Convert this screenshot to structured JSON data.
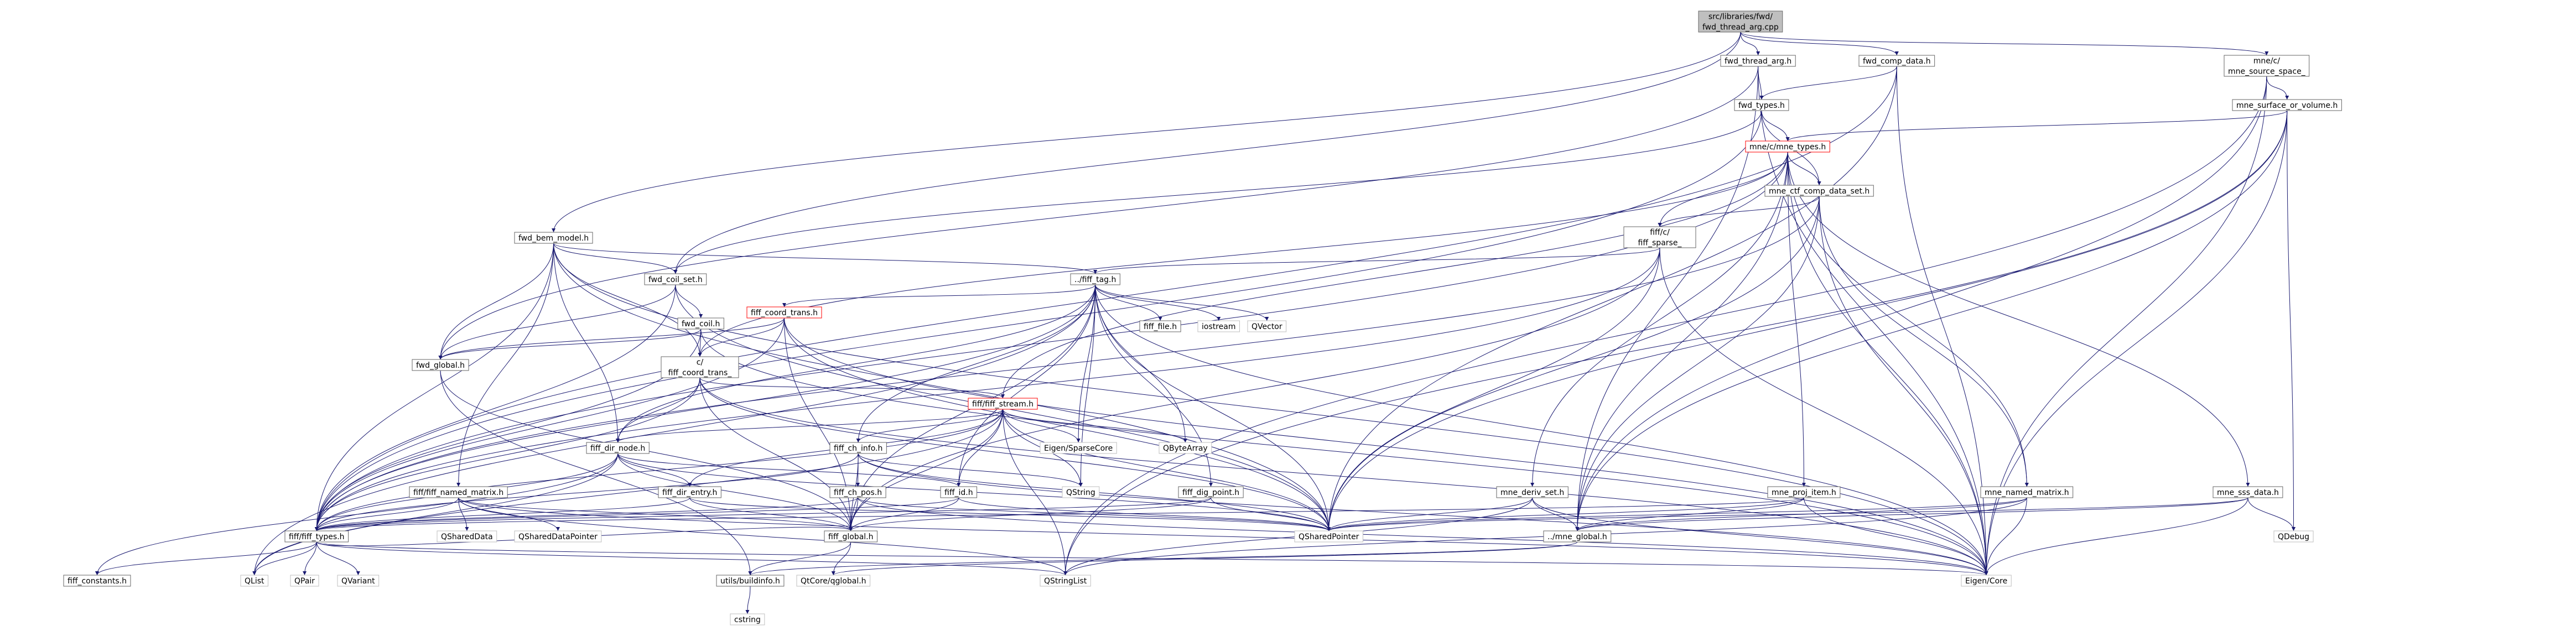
{
  "diagram": {
    "nodes": [
      {
        "id": "root",
        "label": "src/libraries/fwd/fwd_thread_arg.cpp",
        "kind": "root"
      },
      {
        "id": "fwd_thread_arg",
        "label": "fwd_thread_arg.h",
        "kind": "file"
      },
      {
        "id": "fwd_comp_data",
        "label": "fwd_comp_data.h",
        "kind": "file"
      },
      {
        "id": "mne_source_space_old",
        "label": "mne/c/mne_source_space_old.h",
        "kind": "file"
      },
      {
        "id": "fwd_types",
        "label": "fwd_types.h",
        "kind": "file"
      },
      {
        "id": "mne_surface_or_volume",
        "label": "mne_surface_or_volume.h",
        "kind": "file"
      },
      {
        "id": "mne_types",
        "label": "mne/c/mne_types.h",
        "kind": "red"
      },
      {
        "id": "fwd_bem_model",
        "label": "fwd_bem_model.h",
        "kind": "file"
      },
      {
        "id": "mne_ctf_comp_data_set",
        "label": "mne_ctf_comp_data_set.h",
        "kind": "file"
      },
      {
        "id": "fiff_sparse_matrix",
        "label": "fiff/c/fiff_sparse_matrix.h",
        "kind": "file"
      },
      {
        "id": "fiff_tag",
        "label": "../fiff_tag.h",
        "kind": "file"
      },
      {
        "id": "fwd_coil_set",
        "label": "fwd_coil_set.h",
        "kind": "file"
      },
      {
        "id": "fiff_coord_trans",
        "label": "fiff_coord_trans.h",
        "kind": "red"
      },
      {
        "id": "fwd_coil",
        "label": "fwd_coil.h",
        "kind": "file"
      },
      {
        "id": "fiff_file",
        "label": "fiff_file.h",
        "kind": "file"
      },
      {
        "id": "iostream",
        "label": "iostream",
        "kind": "ext"
      },
      {
        "id": "QVector",
        "label": "QVector",
        "kind": "ext"
      },
      {
        "id": "fwd_global",
        "label": "fwd_global.h",
        "kind": "file"
      },
      {
        "id": "fiff_coord_trans_old",
        "label": "c/fiff_coord_trans_old.h",
        "kind": "file"
      },
      {
        "id": "fiff_stream",
        "label": "fiff/fiff_stream.h",
        "kind": "red"
      },
      {
        "id": "fiff_dir_node",
        "label": "fiff_dir_node.h",
        "kind": "file"
      },
      {
        "id": "fiff_ch_info",
        "label": "fiff_ch_info.h",
        "kind": "file"
      },
      {
        "id": "EigenSparseCore",
        "label": "Eigen/SparseCore",
        "kind": "ext"
      },
      {
        "id": "QByteArray",
        "label": "QByteArray",
        "kind": "ext"
      },
      {
        "id": "fiff_named_matrix",
        "label": "fiff/fiff_named_matrix.h",
        "kind": "file"
      },
      {
        "id": "fiff_dir_entry",
        "label": "fiff_dir_entry.h",
        "kind": "file"
      },
      {
        "id": "fiff_ch_pos",
        "label": "fiff_ch_pos.h",
        "kind": "file"
      },
      {
        "id": "fiff_id",
        "label": "fiff_id.h",
        "kind": "file"
      },
      {
        "id": "QString",
        "label": "QString",
        "kind": "ext"
      },
      {
        "id": "fiff_dig_point",
        "label": "fiff_dig_point.h",
        "kind": "file"
      },
      {
        "id": "mne_deriv_set",
        "label": "mne_deriv_set.h",
        "kind": "file"
      },
      {
        "id": "mne_proj_item",
        "label": "mne_proj_item.h",
        "kind": "file"
      },
      {
        "id": "mne_named_matrix",
        "label": "mne_named_matrix.h",
        "kind": "file"
      },
      {
        "id": "mne_sss_data",
        "label": "mne_sss_data.h",
        "kind": "file"
      },
      {
        "id": "fiff_types",
        "label": "fiff/fiff_types.h",
        "kind": "file"
      },
      {
        "id": "QSharedData",
        "label": "QSharedData",
        "kind": "ext"
      },
      {
        "id": "QSharedDataPointer",
        "label": "QSharedDataPointer",
        "kind": "ext"
      },
      {
        "id": "fiff_global",
        "label": "fiff_global.h",
        "kind": "file"
      },
      {
        "id": "QSharedPointer",
        "label": "QSharedPointer",
        "kind": "ext"
      },
      {
        "id": "mne_global",
        "label": "../mne_global.h",
        "kind": "file"
      },
      {
        "id": "QDebug",
        "label": "QDebug",
        "kind": "ext"
      },
      {
        "id": "fiff_constants",
        "label": "fiff_constants.h",
        "kind": "file"
      },
      {
        "id": "QList",
        "label": "QList",
        "kind": "ext"
      },
      {
        "id": "QPair",
        "label": "QPair",
        "kind": "ext"
      },
      {
        "id": "QVariant",
        "label": "QVariant",
        "kind": "ext"
      },
      {
        "id": "buildinfo",
        "label": "utils/buildinfo.h",
        "kind": "file"
      },
      {
        "id": "qglobal",
        "label": "QtCore/qglobal.h",
        "kind": "ext"
      },
      {
        "id": "QStringList",
        "label": "QStringList",
        "kind": "ext"
      },
      {
        "id": "EigenCore",
        "label": "Eigen/Core",
        "kind": "ext"
      },
      {
        "id": "cstring",
        "label": "cstring",
        "kind": "ext"
      }
    ],
    "edges": [
      [
        "root",
        "fwd_thread_arg"
      ],
      [
        "root",
        "fwd_comp_data"
      ],
      [
        "root",
        "mne_source_space_old"
      ],
      [
        "root",
        "fwd_bem_model"
      ],
      [
        "root",
        "fwd_coil_set"
      ],
      [
        "fwd_thread_arg",
        "fwd_types"
      ],
      [
        "fwd_thread_arg",
        "fwd_global"
      ],
      [
        "fwd_thread_arg",
        "EigenCore"
      ],
      [
        "fwd_thread_arg",
        "mne_global"
      ],
      [
        "fwd_comp_data",
        "fwd_types"
      ],
      [
        "fwd_comp_data",
        "EigenCore"
      ],
      [
        "fwd_comp_data",
        "QSharedPointer"
      ],
      [
        "fwd_comp_data",
        "fiff_types"
      ],
      [
        "mne_source_space_old",
        "mne_surface_or_volume"
      ],
      [
        "mne_source_space_old",
        "EigenCore"
      ],
      [
        "mne_source_space_old",
        "QStringList"
      ],
      [
        "mne_source_space_old",
        "mne_global"
      ],
      [
        "fwd_types",
        "mne_types"
      ],
      [
        "fwd_types",
        "mne_ctf_comp_data_set"
      ],
      [
        "fwd_types",
        "fwd_coil_set"
      ],
      [
        "fwd_types",
        "fiff_types"
      ],
      [
        "mne_surface_or_volume",
        "mne_types"
      ],
      [
        "mne_surface_or_volume",
        "QSharedPointer"
      ],
      [
        "mne_surface_or_volume",
        "EigenCore"
      ],
      [
        "mne_surface_or_volume",
        "QDebug"
      ],
      [
        "mne_surface_or_volume",
        "QStringList"
      ],
      [
        "mne_surface_or_volume",
        "mne_global"
      ],
      [
        "mne_types",
        "fiff_sparse_matrix"
      ],
      [
        "mne_types",
        "mne_ctf_comp_data_set"
      ],
      [
        "mne_types",
        "fiff_stream"
      ],
      [
        "mne_types",
        "fiff_coord_trans_old"
      ],
      [
        "mne_types",
        "mne_deriv_set"
      ],
      [
        "mne_types",
        "mne_proj_item"
      ],
      [
        "mne_types",
        "mne_named_matrix"
      ],
      [
        "mne_types",
        "mne_sss_data"
      ],
      [
        "mne_types",
        "fiff_types"
      ],
      [
        "mne_types",
        "EigenCore"
      ],
      [
        "mne_types",
        "mne_global"
      ],
      [
        "fwd_bem_model",
        "fiff_tag"
      ],
      [
        "fwd_bem_model",
        "fwd_coil_set"
      ],
      [
        "fwd_bem_model",
        "fwd_global"
      ],
      [
        "fwd_bem_model",
        "fiff_coord_trans_old"
      ],
      [
        "fwd_bem_model",
        "fiff_named_matrix"
      ],
      [
        "fwd_bem_model",
        "fiff_types"
      ],
      [
        "fwd_bem_model",
        "QSharedPointer"
      ],
      [
        "fwd_bem_model",
        "EigenCore"
      ],
      [
        "fwd_bem_model",
        "fiff_dir_node"
      ],
      [
        "mne_ctf_comp_data_set",
        "fiff_sparse_matrix"
      ],
      [
        "mne_ctf_comp_data_set",
        "mne_named_matrix"
      ],
      [
        "mne_ctf_comp_data_set",
        "QSharedPointer"
      ],
      [
        "mne_ctf_comp_data_set",
        "EigenCore"
      ],
      [
        "mne_ctf_comp_data_set",
        "mne_global"
      ],
      [
        "mne_ctf_comp_data_set",
        "fiff_types"
      ],
      [
        "fiff_sparse_matrix",
        "fiff_tag"
      ],
      [
        "fiff_sparse_matrix",
        "fiff_types"
      ],
      [
        "fiff_sparse_matrix",
        "EigenCore"
      ],
      [
        "fiff_sparse_matrix",
        "QSharedPointer"
      ],
      [
        "fiff_sparse_matrix",
        "fiff_global"
      ],
      [
        "fiff_tag",
        "fiff_coord_trans"
      ],
      [
        "fiff_tag",
        "fiff_file"
      ],
      [
        "fiff_tag",
        "iostream"
      ],
      [
        "fiff_tag",
        "QVector"
      ],
      [
        "fiff_tag",
        "fiff_ch_info"
      ],
      [
        "fiff_tag",
        "fiff_id"
      ],
      [
        "fiff_tag",
        "fiff_dig_point"
      ],
      [
        "fiff_tag",
        "fiff_types"
      ],
      [
        "fiff_tag",
        "fiff_global"
      ],
      [
        "fiff_tag",
        "QByteArray"
      ],
      [
        "fiff_tag",
        "QSharedPointer"
      ],
      [
        "fiff_tag",
        "EigenCore"
      ],
      [
        "fiff_tag",
        "EigenSparseCore"
      ],
      [
        "fiff_tag",
        "QString"
      ],
      [
        "fiff_tag",
        "QList"
      ],
      [
        "fiff_tag",
        "fiff_dir_node"
      ],
      [
        "fwd_coil_set",
        "fwd_coil"
      ],
      [
        "fwd_coil_set",
        "fwd_global"
      ],
      [
        "fwd_coil_set",
        "QSharedPointer"
      ],
      [
        "fwd_coil_set",
        "fiff_types"
      ],
      [
        "fwd_coil",
        "fiff_coord_trans_old"
      ],
      [
        "fwd_coil",
        "fwd_global"
      ],
      [
        "fwd_coil",
        "EigenCore"
      ],
      [
        "fwd_coil",
        "fiff_types"
      ],
      [
        "fiff_coord_trans",
        "fiff_types"
      ],
      [
        "fiff_coord_trans",
        "fiff_global"
      ],
      [
        "fiff_coord_trans",
        "EigenCore"
      ],
      [
        "fiff_coord_trans",
        "QSharedPointer"
      ],
      [
        "fiff_coord_trans",
        "fwd_global"
      ],
      [
        "fiff_coord_trans",
        "fiff_coord_trans_old"
      ],
      [
        "fwd_global",
        "fiff_global"
      ],
      [
        "fwd_global",
        "buildinfo"
      ],
      [
        "fiff_coord_trans_old",
        "fiff_stream"
      ],
      [
        "fiff_coord_trans_old",
        "fiff_dir_node"
      ],
      [
        "fiff_coord_trans_old",
        "fiff_types"
      ],
      [
        "fiff_coord_trans_old",
        "fiff_global"
      ],
      [
        "fiff_coord_trans_old",
        "EigenCore"
      ],
      [
        "fiff_coord_trans_old",
        "QSharedPointer"
      ],
      [
        "fiff_stream",
        "fiff_dir_node"
      ],
      [
        "fiff_stream",
        "fiff_ch_info"
      ],
      [
        "fiff_stream",
        "fiff_dir_entry"
      ],
      [
        "fiff_stream",
        "fiff_id"
      ],
      [
        "fiff_stream",
        "EigenSparseCore"
      ],
      [
        "fiff_stream",
        "QByteArray"
      ],
      [
        "fiff_stream",
        "QString"
      ],
      [
        "fiff_stream",
        "QStringList"
      ],
      [
        "fiff_stream",
        "QSharedPointer"
      ],
      [
        "fiff_stream",
        "fiff_types"
      ],
      [
        "fiff_stream",
        "fiff_global"
      ],
      [
        "fiff_stream",
        "QList"
      ],
      [
        "fiff_dir_node",
        "fiff_dir_entry"
      ],
      [
        "fiff_dir_node",
        "fiff_id"
      ],
      [
        "fiff_dir_node",
        "fiff_types"
      ],
      [
        "fiff_dir_node",
        "fiff_global"
      ],
      [
        "fiff_dir_node",
        "QSharedPointer"
      ],
      [
        "fiff_dir_node",
        "QList"
      ],
      [
        "fiff_dir_node",
        "fiff_constants"
      ],
      [
        "fiff_ch_info",
        "fiff_ch_pos"
      ],
      [
        "fiff_ch_info",
        "fiff_types"
      ],
      [
        "fiff_ch_info",
        "fiff_global"
      ],
      [
        "fiff_ch_info",
        "QString"
      ],
      [
        "fiff_ch_info",
        "EigenCore"
      ],
      [
        "fiff_ch_info",
        "QSharedPointer"
      ],
      [
        "fiff_named_matrix",
        "fiff_types"
      ],
      [
        "fiff_named_matrix",
        "QSharedData"
      ],
      [
        "fiff_named_matrix",
        "QSharedDataPointer"
      ],
      [
        "fiff_named_matrix",
        "fiff_global"
      ],
      [
        "fiff_named_matrix",
        "QStringList"
      ],
      [
        "fiff_named_matrix",
        "EigenCore"
      ],
      [
        "fiff_dir_entry",
        "fiff_types"
      ],
      [
        "fiff_dir_entry",
        "fiff_global"
      ],
      [
        "fiff_dir_entry",
        "QSharedPointer"
      ],
      [
        "fiff_ch_pos",
        "fiff_types"
      ],
      [
        "fiff_ch_pos",
        "fiff_global"
      ],
      [
        "fiff_ch_pos",
        "EigenCore"
      ],
      [
        "fiff_ch_pos",
        "QSharedPointer"
      ],
      [
        "fiff_id",
        "fiff_types"
      ],
      [
        "fiff_id",
        "fiff_global"
      ],
      [
        "fiff_id",
        "QSharedPointer"
      ],
      [
        "fiff_dig_point",
        "fiff_types"
      ],
      [
        "fiff_dig_point",
        "fiff_global"
      ],
      [
        "fiff_dig_point",
        "QSharedPointer"
      ],
      [
        "mne_deriv_set",
        "mne_global"
      ],
      [
        "mne_deriv_set",
        "QSharedPointer"
      ],
      [
        "mne_deriv_set",
        "QStringList"
      ],
      [
        "mne_deriv_set",
        "EigenCore"
      ],
      [
        "mne_proj_item",
        "mne_global"
      ],
      [
        "mne_proj_item",
        "QSharedPointer"
      ],
      [
        "mne_proj_item",
        "EigenCore"
      ],
      [
        "mne_proj_item",
        "fiff_types"
      ],
      [
        "mne_named_matrix",
        "mne_global"
      ],
      [
        "mne_named_matrix",
        "QSharedPointer"
      ],
      [
        "mne_named_matrix",
        "QStringList"
      ],
      [
        "mne_named_matrix",
        "EigenCore"
      ],
      [
        "mne_sss_data",
        "mne_global"
      ],
      [
        "mne_sss_data",
        "QSharedPointer"
      ],
      [
        "mne_sss_data",
        "QDebug"
      ],
      [
        "mne_sss_data",
        "EigenCore"
      ],
      [
        "fiff_types",
        "fiff_constants"
      ],
      [
        "fiff_types",
        "fiff_global"
      ],
      [
        "fiff_types",
        "QList"
      ],
      [
        "fiff_types",
        "QPair"
      ],
      [
        "fiff_types",
        "QVariant"
      ],
      [
        "fiff_types",
        "QStringList"
      ],
      [
        "fiff_types",
        "EigenCore"
      ],
      [
        "fiff_global",
        "buildinfo"
      ],
      [
        "fiff_global",
        "qglobal"
      ],
      [
        "mne_global",
        "buildinfo"
      ],
      [
        "mne_global",
        "qglobal"
      ],
      [
        "buildinfo",
        "cstring"
      ]
    ]
  },
  "colors": {
    "root_fill": "#bfbfbf",
    "node_border": "#666666",
    "red_border": "#ff0000",
    "ext_border": "#bfbfbf",
    "edge": "#191970",
    "text": "#000000"
  }
}
